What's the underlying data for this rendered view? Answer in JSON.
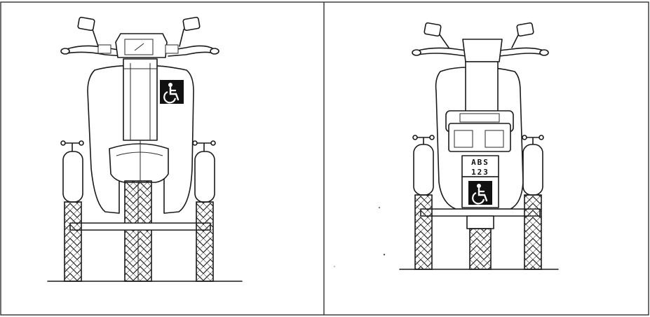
{
  "figure": {
    "panels": [
      {
        "name": "front-view"
      },
      {
        "name": "rear-view"
      }
    ],
    "license_plate": {
      "line1": "ABS",
      "line2": "123"
    },
    "symbol": "wheelchair-accessibility-icon",
    "colors": {
      "ink": "#1a1a1a",
      "background": "#ffffff",
      "border": "#333333"
    }
  }
}
